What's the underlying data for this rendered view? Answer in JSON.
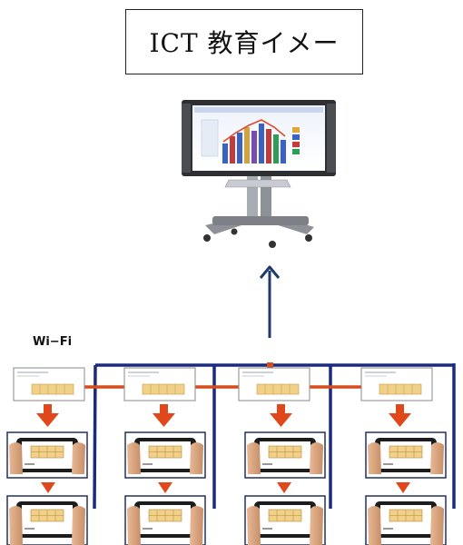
{
  "title": "ICT 教育イメー",
  "wifi_label": "Wi−Fi",
  "colors": {
    "network_line": "#1c2a7e",
    "link_line": "#d94a1c",
    "arrow_orange": "#e0481c",
    "upload_arrow": "#1f3a6e",
    "tablet_frame": "#22305f",
    "sheet_yellow": "#f1d089",
    "hand_skin": "#d8a47e"
  },
  "devices": {
    "display": "electronic-whiteboard",
    "teacher_sheet": "worksheet-preview",
    "student_device": "tablet",
    "columns": 4,
    "tablet_rows": 2
  }
}
